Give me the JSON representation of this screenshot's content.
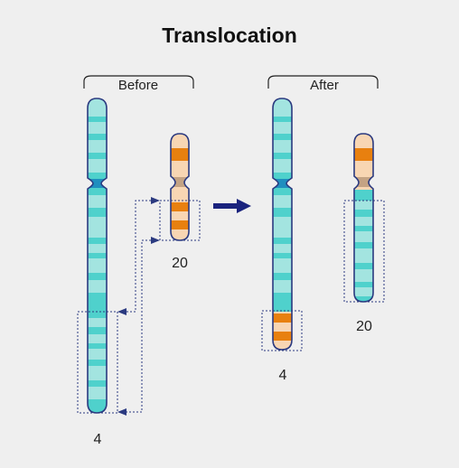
{
  "title": "Translocation",
  "panels": {
    "before": {
      "label": "Before"
    },
    "after": {
      "label": "After"
    }
  },
  "chromosomes": {
    "before_4": {
      "label": "4"
    },
    "before_20": {
      "label": "20"
    },
    "after_4": {
      "label": "4"
    },
    "after_20": {
      "label": "20"
    }
  },
  "colors": {
    "chr4_light": "#a3e4e0",
    "chr4_band": "#4fd1cc",
    "chr20_light": "#f8d6b3",
    "chr20_band": "#e8800f",
    "centromere_4": "#1f8fbf",
    "centromere_20": "#c4a384",
    "outline": "#2b3a80",
    "arrow": "#1a237e",
    "dash": "#2b3a80"
  }
}
